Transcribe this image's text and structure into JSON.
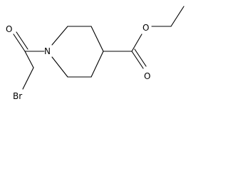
{
  "molecule": {
    "atoms": {
      "carbonyl_oxygen_left": "O",
      "ring_nitrogen": "N",
      "ester_ether_oxygen": "O",
      "ester_carbonyl_oxygen": "O",
      "bromine": "Br"
    },
    "colors": {
      "line": "#000000",
      "background": "#ffffff"
    }
  }
}
